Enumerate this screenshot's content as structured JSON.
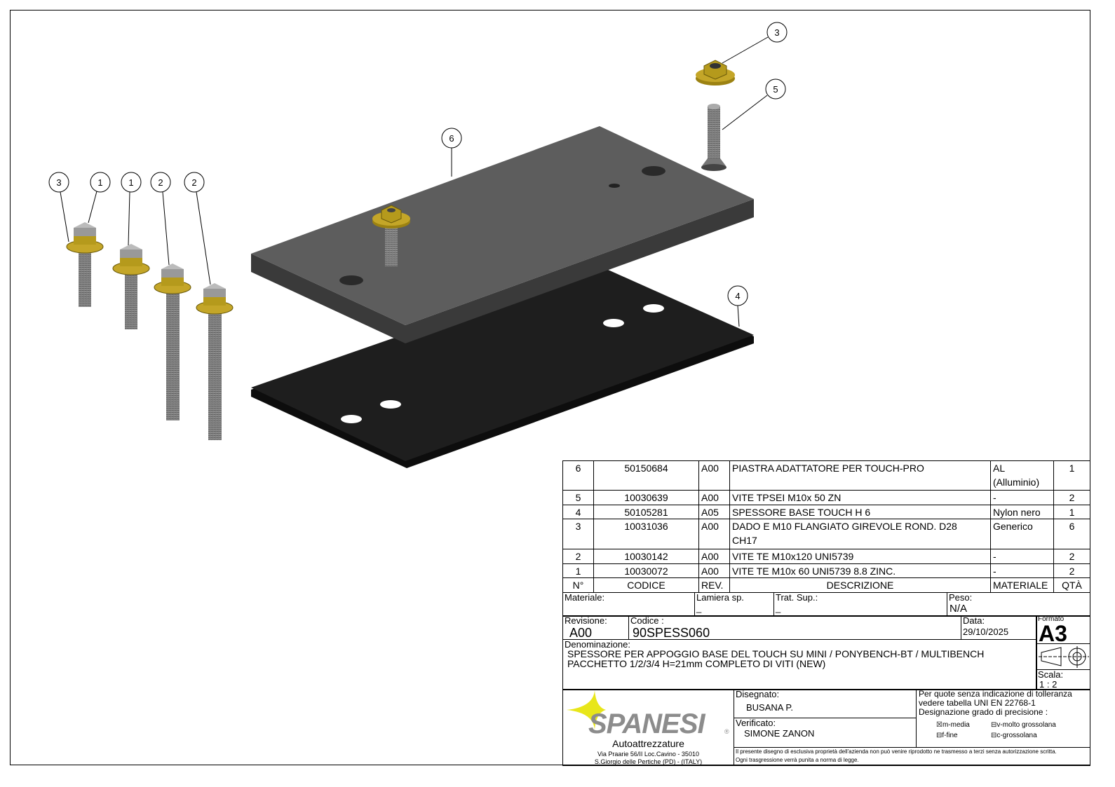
{
  "balloons": [
    "3",
    "1",
    "1",
    "2",
    "2",
    "6",
    "3",
    "5",
    "4"
  ],
  "bom": {
    "rows": [
      {
        "n": "6",
        "code": "50150684",
        "rev": "A00",
        "desc": "PIASTRA ADATTATORE PER TOUCH-PRO",
        "mat": "AL",
        "mat2": "(Alluminio)",
        "qty": "1"
      },
      {
        "n": "5",
        "code": "10030639",
        "rev": "A00",
        "desc": "VITE TPSEI M10x 50 ZN",
        "mat": "-",
        "qty": "2"
      },
      {
        "n": "4",
        "code": "50105281",
        "rev": "A05",
        "desc": "SPESSORE BASE TOUCH H 6",
        "mat": "Nylon nero",
        "qty": "1"
      },
      {
        "n": "3",
        "code": "10031036",
        "rev": "A00",
        "desc": "DADO E M10 FLANGIATO GIREVOLE ROND. D28",
        "desc2": "CH17",
        "mat": "Generico",
        "qty": "6"
      },
      {
        "n": "2",
        "code": "10030142",
        "rev": "A00",
        "desc": "VITE TE M10x120 UNI5739",
        "mat": "-",
        "qty": "2"
      },
      {
        "n": "1",
        "code": "10030072",
        "rev": "A00",
        "desc": "VITE TE M10x 60 UNI5739 8.8 ZINC.",
        "mat": "-",
        "qty": "2"
      }
    ],
    "headers": {
      "n": "N°",
      "code": "CODICE",
      "rev": "REV.",
      "desc": "DESCRIZIONE",
      "mat": "MATERIALE",
      "qty": "QTÀ"
    }
  },
  "title": {
    "materiale_label": "Materiale:",
    "lamiera_label": "Lamiera sp.",
    "lamiera_value": "_",
    "trat_label": "Trat. Sup.:",
    "trat_value": "_",
    "peso_label": "Peso:",
    "peso_value": "N/A",
    "revisione_label": "Revisione:",
    "revisione_value": "A00",
    "codice_label": "Codice :",
    "codice_value": "90SPESS060",
    "data_label": "Data:",
    "data_value": "29/10/2025",
    "formato_label": "Formato",
    "formato_value": "A3",
    "denominazione_label": "Denominazione:",
    "denominazione_1": "SPESSORE PER APPOGGIO BASE DEL TOUCH SU MINI / PONYBENCH-BT / MULTIBENCH",
    "denominazione_2": "PACCHETTO 1/2/3/4 H=21mm COMPLETO DI VITI (NEW)",
    "scala_label": "Scala:",
    "scala_value": "1 : 2",
    "disegnato_label": "Disegnato:",
    "disegnato_value": "BUSANA P.",
    "verificato_label": "Verificato:",
    "verificato_value": "SIMONE ZANON",
    "tol_1": "Per quote senza indicazione di tolleranza",
    "tol_2": "vedere tabella UNI EN 22768-1",
    "tol_3": "Designazione grado di precisione :",
    "opt_m": "m-media",
    "opt_f": "f-fine",
    "opt_v": "v-molto grossolana",
    "opt_c": "c-grossolana",
    "legal_1": "Il presente disegno di esclusiva proprietà dell'azienda non può venire riprodotto ne trasmesso a terzi senza autorizzazione scritta.",
    "legal_2": "Ogni trasgressione verrà punita a norma di legge."
  },
  "company": {
    "name": "SPANESI",
    "sub": "Autoattrezzature",
    "addr1": "Via Praarie 56/II  Loc.Cavino - 35010",
    "addr2": "S.Giorgio delle Pertiche (PD) - (ITALY)"
  },
  "colors": {
    "brass": "#b59a1c",
    "plate": "#5a5a5a",
    "nylon": "#1a1a1a",
    "logo_star": "#e8e61a",
    "logo_text": "#8c8c8c"
  }
}
